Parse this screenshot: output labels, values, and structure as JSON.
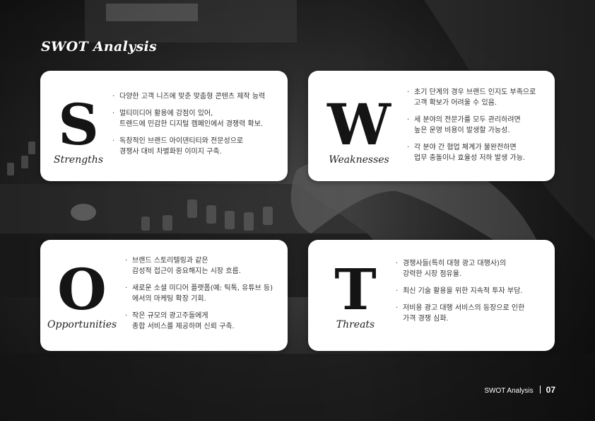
{
  "title": "SWOT Analysis",
  "cards": [
    {
      "letter": "S",
      "word": "Strengths",
      "items": [
        "다양한 고객 니즈에 맞춘 맞춤형 콘텐츠 제작 능력",
        "멀티미디어 활용에 강점이 있어,\n트렌드에 민감한 디지털 캠페인에서 경쟁력 확보.",
        "독창적인 브랜드 아이덴티티와 전문성으로\n경쟁사 대비 차별화된 이미지 구축."
      ]
    },
    {
      "letter": "W",
      "word": "Weaknesses",
      "items": [
        "초기 단계의 경우 브랜드 인지도 부족으로\n고객 확보가 어려울 수 있음.",
        "세 분야의 전문가를 모두 관리하려면\n높은 운영 비용이 발생할 가능성.",
        "각 분야 간 협업 체계가 불완전하면\n업무 충돌이나 효율성 저하 발생 가능."
      ]
    },
    {
      "letter": "O",
      "word": "Opportunities",
      "items": [
        "브랜드 스토리텔링과 같은\n감성적 접근이 중요해지는 시장 흐름.",
        "새로운 소셜 미디어 플랫폼(예: 틱톡, 유튜브 등)\n에서의 마케팅 확장 기회.",
        "작은 규모의 광고주들에게\n종합 서비스를 제공하며 신뢰 구축."
      ]
    },
    {
      "letter": "T",
      "word": "Threats",
      "items": [
        "경쟁사들(특히 대형 광고 대행사)의\n강력한 시장 점유율.",
        "최신 기술 활용을 위한 지속적 투자 부담.",
        "저비용 광고 대행 서비스의 등장으로 인한\n가격 경쟁 심화."
      ]
    }
  ],
  "footer": {
    "label": "SWOT Analysis",
    "page": "07"
  }
}
